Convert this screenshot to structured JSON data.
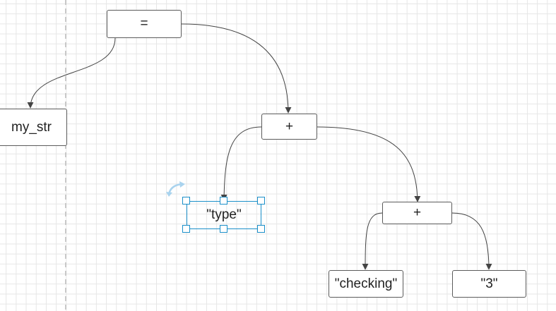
{
  "diagram": {
    "nodes": [
      {
        "id": "assign",
        "label": "="
      },
      {
        "id": "var",
        "label": "my_str"
      },
      {
        "id": "plus1",
        "label": "+"
      },
      {
        "id": "type_str",
        "label": "\"type\"",
        "selected": true
      },
      {
        "id": "plus2",
        "label": "+"
      },
      {
        "id": "checking",
        "label": "\"checking\""
      },
      {
        "id": "three",
        "label": "\"3\""
      }
    ],
    "edges": [
      {
        "from": "assign",
        "to": "var"
      },
      {
        "from": "assign",
        "to": "plus1"
      },
      {
        "from": "plus1",
        "to": "type_str"
      },
      {
        "from": "plus1",
        "to": "plus2"
      },
      {
        "from": "plus2",
        "to": "checking"
      },
      {
        "from": "plus2",
        "to": "three"
      }
    ]
  },
  "colors": {
    "selection": "#1a8fc9",
    "edge": "#444444",
    "grid": "#e6e6e6",
    "page_break": "#c8c8c8"
  },
  "icons": {
    "rotate": "rotate-handle-icon"
  }
}
